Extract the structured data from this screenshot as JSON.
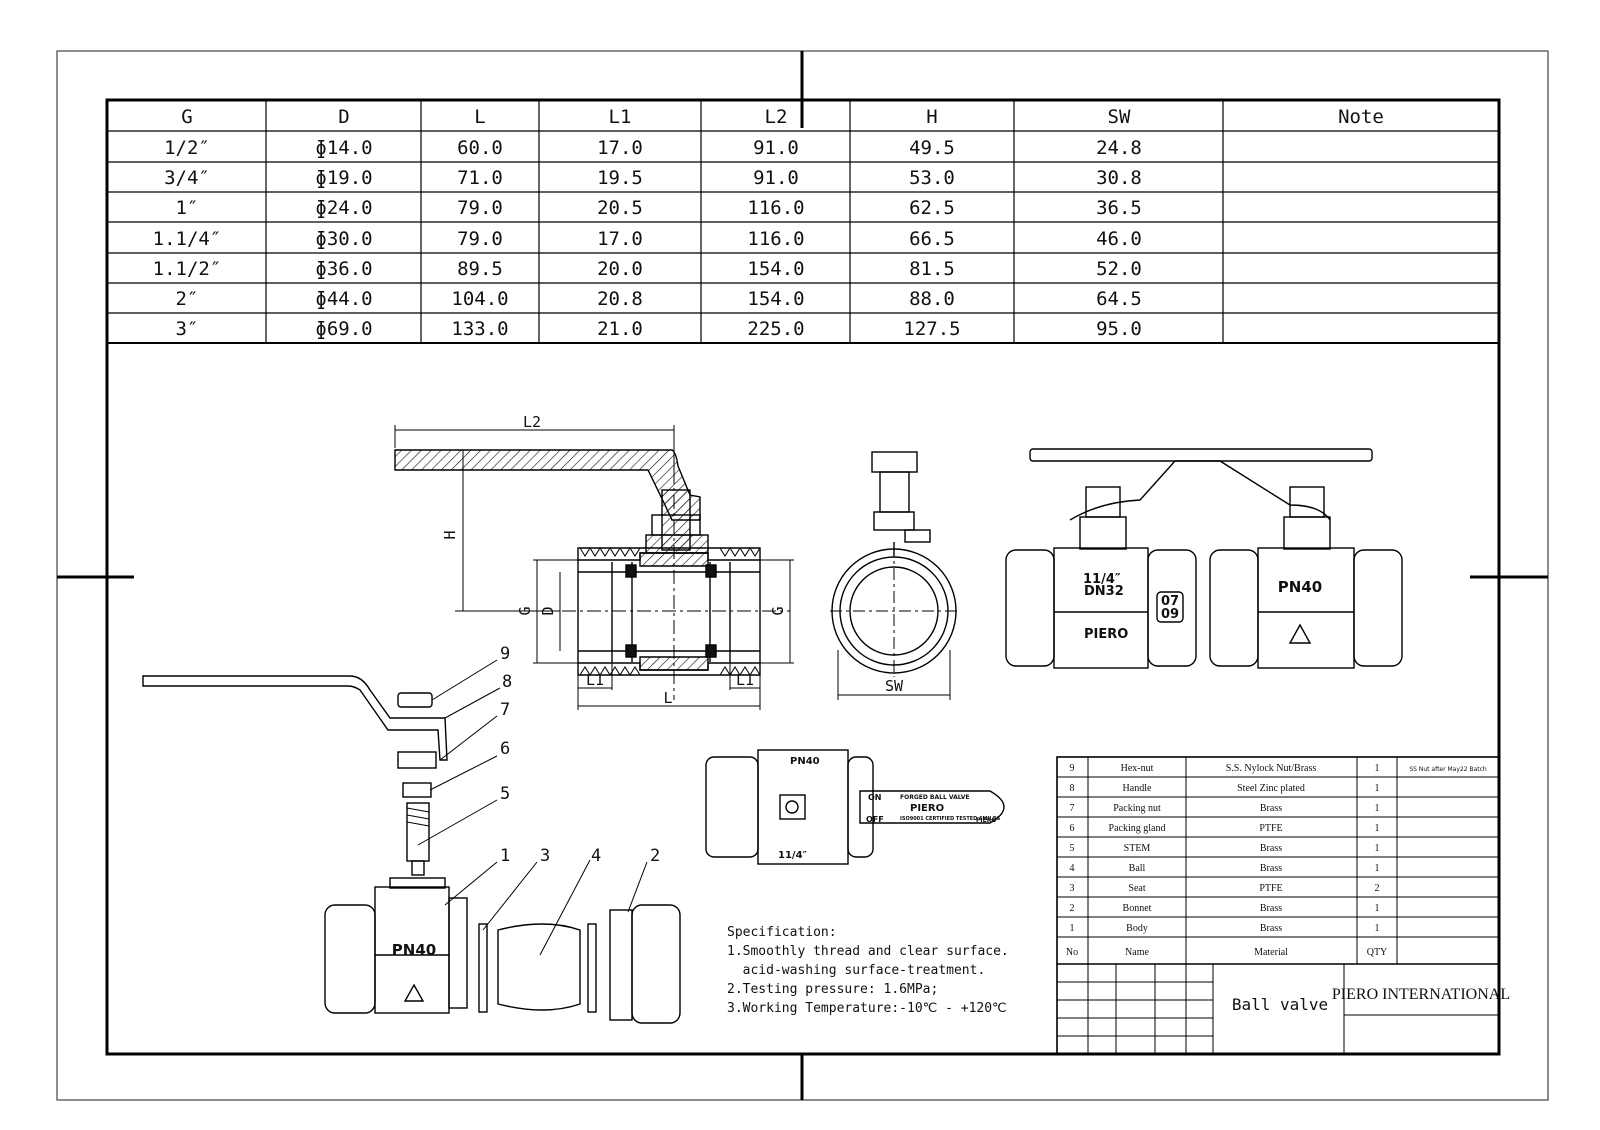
{
  "dimension_table": {
    "headers": [
      "G",
      "D",
      "L",
      "L1",
      "L2",
      "H",
      "SW",
      "Note"
    ],
    "rows": [
      [
        "1/2″",
        "ɸ14.0",
        "60.0",
        "17.0",
        "91.0",
        "49.5",
        "24.8",
        ""
      ],
      [
        "3/4″",
        "ɸ19.0",
        "71.0",
        "19.5",
        "91.0",
        "53.0",
        "30.8",
        ""
      ],
      [
        "1″",
        "ɸ24.0",
        "79.0",
        "20.5",
        "116.0",
        "62.5",
        "36.5",
        ""
      ],
      [
        "1.1/4″",
        "ɸ30.0",
        "79.0",
        "17.0",
        "116.0",
        "66.5",
        "46.0",
        ""
      ],
      [
        "1.1/2″",
        "ɸ36.0",
        "89.5",
        "20.0",
        "154.0",
        "81.5",
        "52.0",
        ""
      ],
      [
        "2″",
        "ɸ44.0",
        "104.0",
        "20.8",
        "154.0",
        "88.0",
        "64.5",
        ""
      ],
      [
        "3″",
        "ɸ69.0",
        "133.0",
        "21.0",
        "225.0",
        "127.5",
        "95.0",
        ""
      ]
    ]
  },
  "section_view": {
    "dim_l2": "L2",
    "dim_h": "H",
    "dim_g_left": "G",
    "dim_d": "D",
    "dim_g_right": "G",
    "dim_l1_left": "L1",
    "dim_l1_right": "L1",
    "dim_l": "L"
  },
  "side_view": {
    "dim_sw": "SW"
  },
  "front_views": {
    "size_label": "11/4″",
    "dn_label": "DN32",
    "date_label_top": "07",
    "date_label_bottom": "09",
    "brand_label": "PIERO",
    "pressure_label": "PN40"
  },
  "top_view": {
    "stamp": "PN40",
    "size_label": "11/4″",
    "on_label": "ON",
    "off_label": "OFF",
    "handle_line1": "FORGED BALL VALVE",
    "handle_brand": "PIERO",
    "handle_line3": "ISO9001 CERTIFIED TESTED 6MILOS",
    "handle_brand_small": "PIERO"
  },
  "exploded_view": {
    "callouts": [
      "1",
      "2",
      "3",
      "4",
      "5",
      "6",
      "7",
      "8",
      "9"
    ],
    "body_stamp": "PN40"
  },
  "specification": {
    "title": "Specification:",
    "lines": [
      "1.Smoothly thread and clear surface.",
      "  acid-washing surface-treatment.",
      "2.Testing pressure: 1.6MPa;",
      "3.Working Temperature:-10℃ - +120℃"
    ]
  },
  "bom": {
    "rows": [
      [
        "9",
        "Hex-nut",
        "S.S. Nylock Nut/Brass",
        "1",
        "SS Nut after May22 Batch"
      ],
      [
        "8",
        "Handle",
        "Steel Zinc plated",
        "1",
        ""
      ],
      [
        "7",
        "Packing nut",
        "Brass",
        "1",
        ""
      ],
      [
        "6",
        "Packing gland",
        "PTFE",
        "1",
        ""
      ],
      [
        "5",
        "STEM",
        "Brass",
        "1",
        ""
      ],
      [
        "4",
        "Ball",
        "Brass",
        "1",
        ""
      ],
      [
        "3",
        "Seat",
        "PTFE",
        "2",
        ""
      ],
      [
        "2",
        "Bonnet",
        "Brass",
        "1",
        ""
      ],
      [
        "1",
        "Body",
        "Brass",
        "1",
        ""
      ]
    ],
    "header": [
      "No",
      "Name",
      "Material",
      "QTY",
      ""
    ]
  },
  "title_block": {
    "part_name": "Ball valve",
    "company": "PIERO INTERNATIONAL"
  }
}
